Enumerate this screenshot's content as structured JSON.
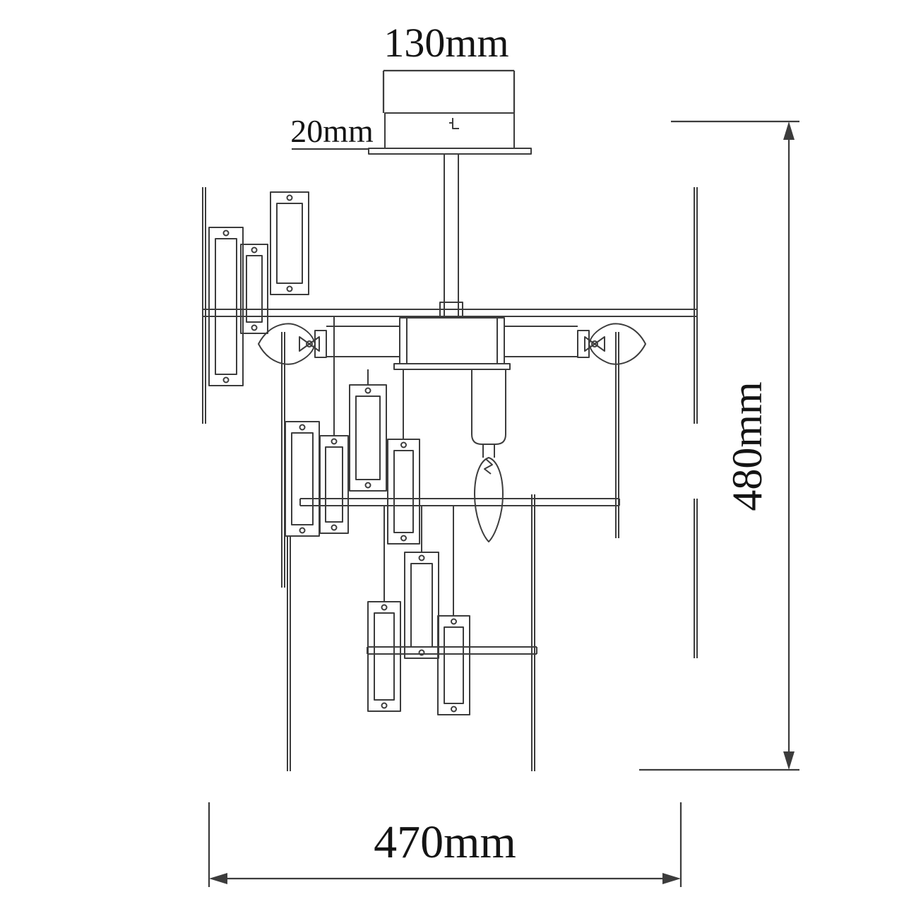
{
  "labels": {
    "canopy_width": "130mm",
    "canopy_height": "20mm",
    "overall_height": "480mm",
    "overall_width": "470mm"
  },
  "colors": {
    "line": "#3c3c3c",
    "text": "#141414",
    "background": "#ffffff"
  }
}
